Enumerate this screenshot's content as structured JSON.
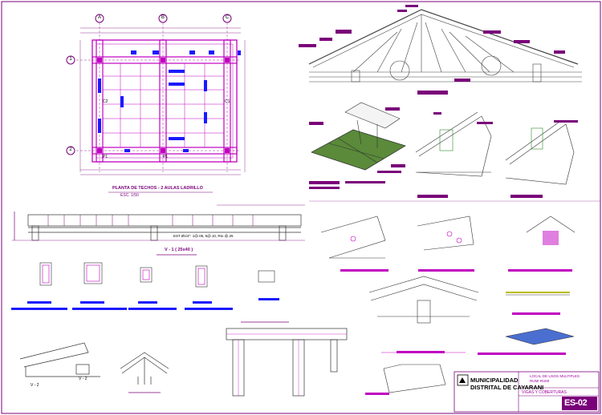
{
  "axes_top": [
    "A",
    "B",
    "C"
  ],
  "axes_left": [
    "1",
    "2"
  ],
  "plan": {
    "title": "PLANTA DE TECHOS - 2 AULAS LADRILLO",
    "scale": "ESC. 1/50",
    "col_tags": [
      "C2",
      "C1"
    ],
    "floor_tags": [
      "P1",
      "P1"
    ]
  },
  "beam": {
    "title": "V - 1  ( 25x40 )",
    "rebar_note": "EST Ø1/4\": 1@.05, 5@.10, Rto @.25"
  },
  "small_labels": {
    "v2": "V - 2",
    "v2b": "V - 2"
  },
  "title_block": {
    "org": "MUNICIPALIDAD\nDISTRITAL DE CAYARANI",
    "project": "LOCAL DE USOS MULTIPLES\nRUMI RUMI",
    "sheet_subject": "VIGAS Y COBERTURAS",
    "sheet_code": "ES-02"
  },
  "colors": {
    "magenta": "#c000c0",
    "purple": "#7a007a",
    "blue": "#1a1aff",
    "green": "#5a8a3a",
    "line": "#333333"
  }
}
